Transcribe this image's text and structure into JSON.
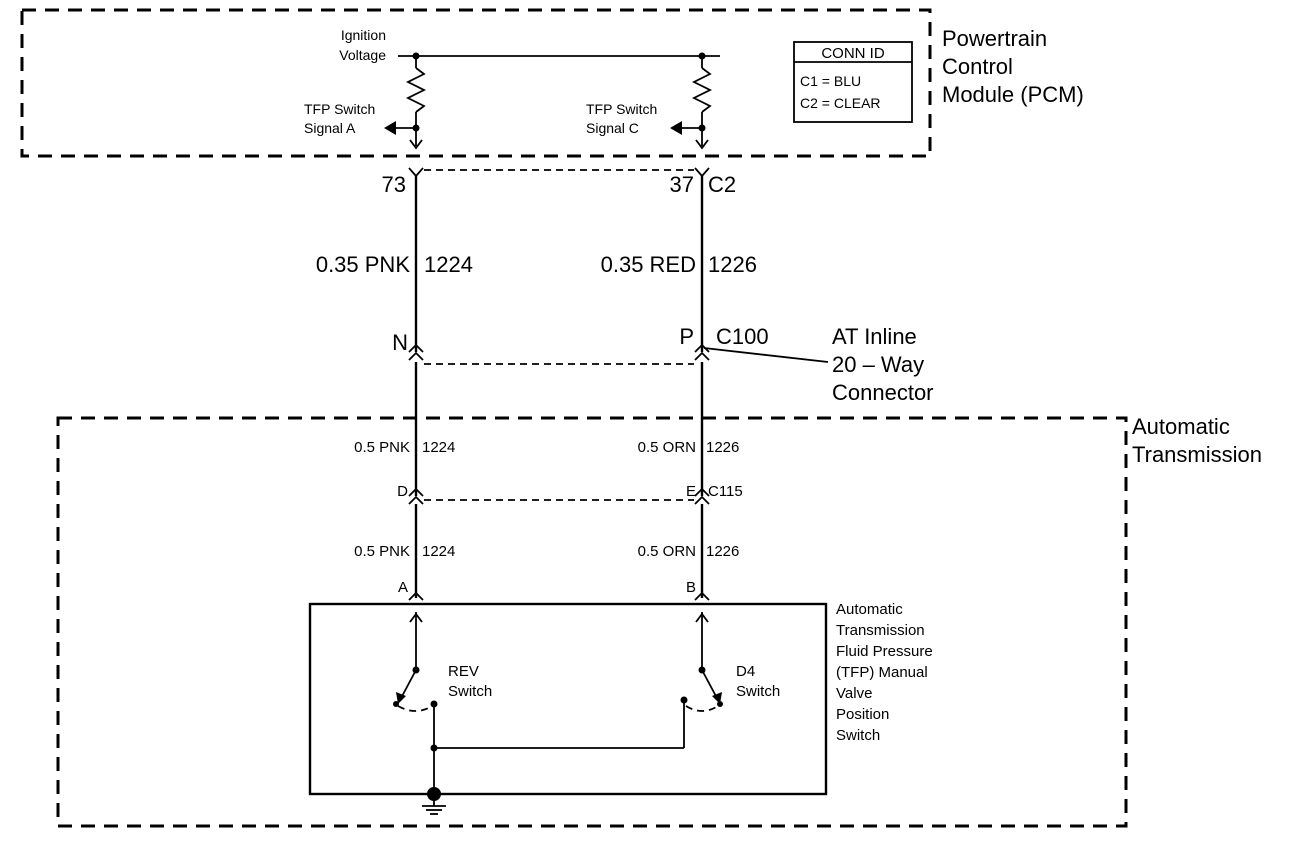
{
  "pcm": {
    "title_lines": [
      "Powertrain",
      "Control",
      "Module (PCM)"
    ],
    "ignition_lines": [
      "Ignition",
      "Voltage"
    ],
    "signal_a_lines": [
      "TFP Switch",
      "Signal A"
    ],
    "signal_c_lines": [
      "TFP Switch",
      "Signal C"
    ]
  },
  "conn_id": {
    "title": "CONN ID",
    "c1": "C1  =  BLU",
    "c2": "C2  =  CLEAR"
  },
  "pins_pcm": {
    "left": "73",
    "right": "37",
    "connector": "C2"
  },
  "wires_upper": {
    "left_spec": "0.35 PNK",
    "left_circuit": "1224",
    "right_spec": "0.35 RED",
    "right_circuit": "1226"
  },
  "inline_connector": {
    "left_pin": "N",
    "right_pin": "P",
    "id": "C100",
    "label_lines": [
      "AT Inline",
      "20 – Way",
      "Connector"
    ]
  },
  "transmission": {
    "title_lines": [
      "Automatic",
      "Transmission"
    ]
  },
  "wires_mid": {
    "left_spec": "0.5 PNK",
    "left_circuit": "1224",
    "right_spec": "0.5 ORN",
    "right_circuit": "1226"
  },
  "c115": {
    "left_pin": "D",
    "right_pin": "E",
    "id": "C115"
  },
  "wires_low": {
    "left_spec": "0.5 PNK",
    "left_circuit": "1224",
    "right_spec": "0.5 ORN",
    "right_circuit": "1226"
  },
  "switch_pins": {
    "left": "A",
    "right": "B"
  },
  "switches": {
    "rev_lines": [
      "REV",
      "Switch"
    ],
    "d4_lines": [
      "D4",
      "Switch"
    ],
    "assembly_lines": [
      "Automatic",
      "Transmission",
      "Fluid Pressure",
      "(TFP) Manual",
      "Valve",
      "Position",
      "Switch"
    ]
  }
}
